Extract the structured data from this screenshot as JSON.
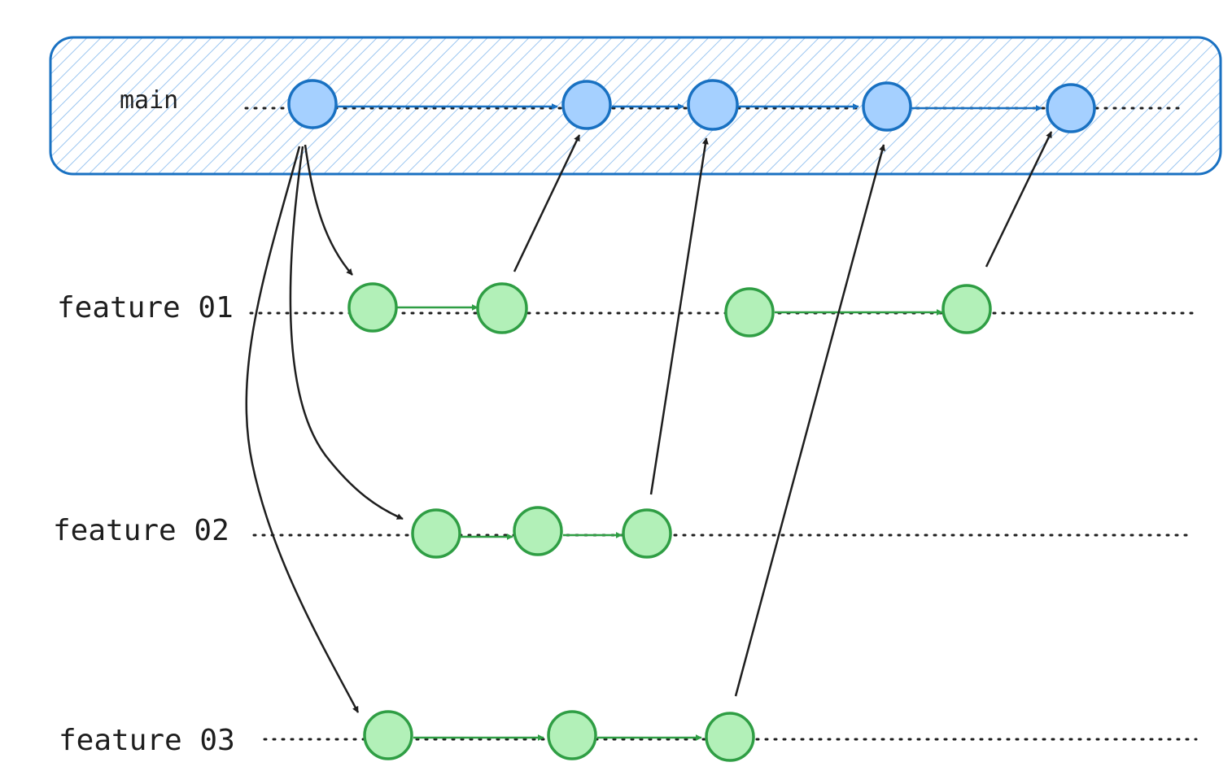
{
  "title": "Git feature branch workflow",
  "branches": {
    "main": {
      "label": "main"
    },
    "feature01": {
      "label": "feature 01"
    },
    "feature02": {
      "label": "feature 02"
    },
    "feature03": {
      "label": "feature 03"
    }
  },
  "colors": {
    "main_fill": "#a5d0ff",
    "main_stroke": "#1971c2",
    "feature_fill": "#b2f0b8",
    "feature_stroke": "#2f9e44",
    "arrow": "#1e1e1e",
    "band_fill": "#e7f3ff"
  }
}
